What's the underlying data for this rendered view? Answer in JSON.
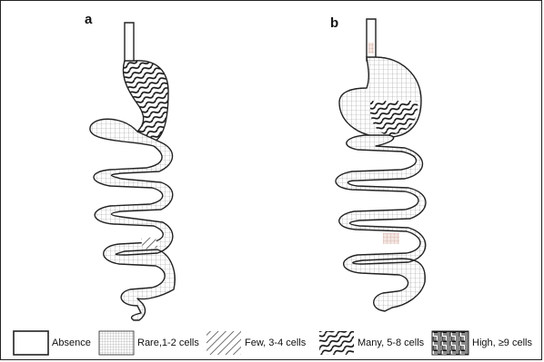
{
  "panels": [
    {
      "label": "a"
    },
    {
      "label": "b"
    }
  ],
  "legend": [
    {
      "pattern": "absence",
      "label": "Absence"
    },
    {
      "pattern": "rare",
      "label": "Rare,1-2 cells"
    },
    {
      "pattern": "few",
      "label": "Few, 3-4 cells"
    },
    {
      "pattern": "many",
      "label": "Many, 5-8 cells"
    },
    {
      "pattern": "high",
      "label": "High, ≥9 cells"
    }
  ],
  "colors": {
    "outline": "#222222",
    "grid": "#9a9a9a",
    "dark": "#1a1a1a",
    "highlight": "#c49a8a"
  }
}
